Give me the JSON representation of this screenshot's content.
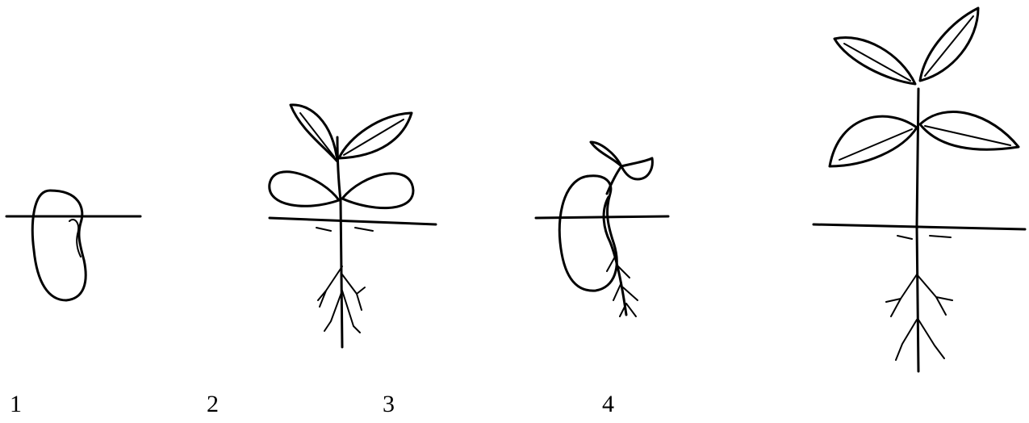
{
  "labels": {
    "stage_1": "1",
    "stage_2": "2",
    "stage_3": "3",
    "stage_4": "4"
  },
  "colors": {
    "line": "#000000",
    "background": "#ffffff"
  }
}
